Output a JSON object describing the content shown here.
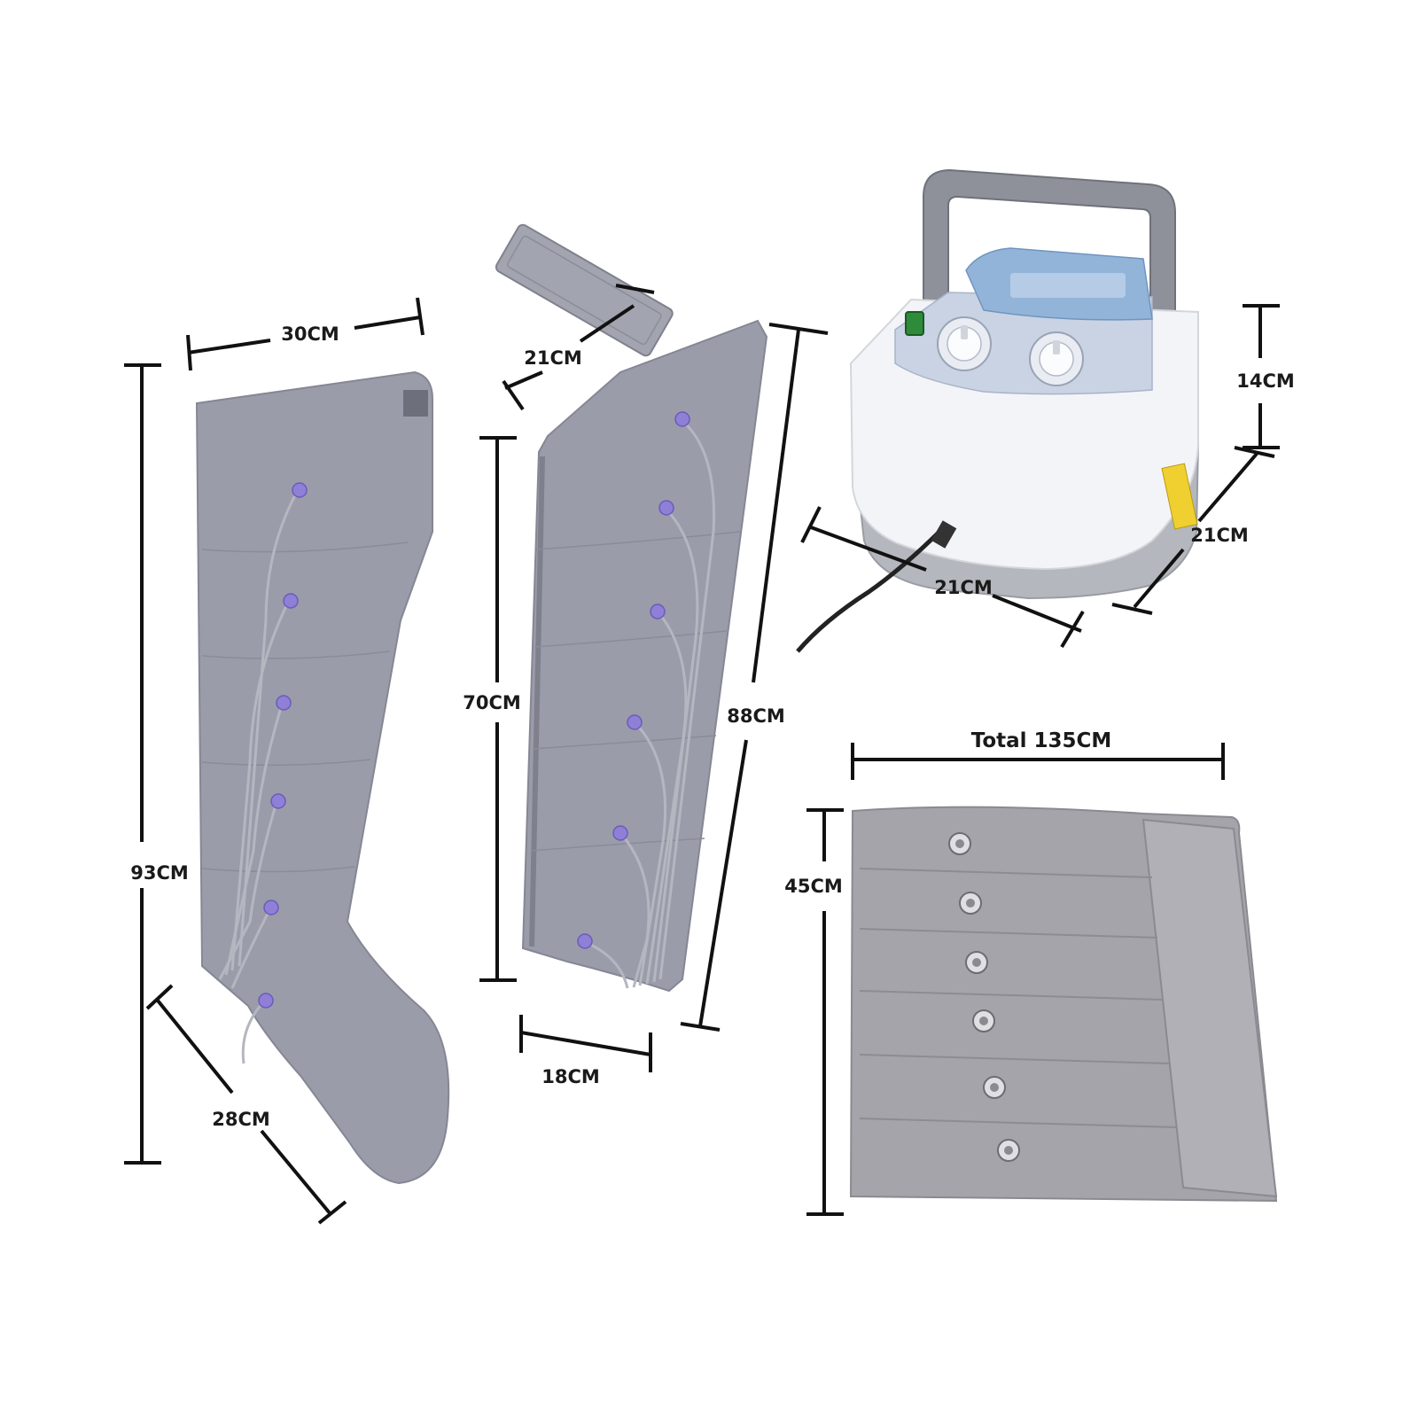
{
  "colors": {
    "sleeve": "#9a9caa",
    "sleeve_shade": "#878997",
    "connector": "#8f7fd6",
    "pad": "#a4a4aa",
    "pump_body": "#f3f4f8",
    "pump_base": "#b4b7bd",
    "pump_panel": "#93b4d9",
    "dimension_line": "#111111",
    "switch": "#2e8b3a"
  },
  "dimensions": {
    "leg_top_width": "30CM",
    "leg_length": "93CM",
    "foot_length": "28CM",
    "arm_strap": "21CM",
    "arm_inner_length": "70CM",
    "arm_total_length": "88CM",
    "arm_wrist_width": "18CM",
    "pump_height": "14CM",
    "pump_depth": "21CM",
    "pump_width": "21CM",
    "pad_total_width": "Total 135CM",
    "pad_height": "45CM"
  }
}
